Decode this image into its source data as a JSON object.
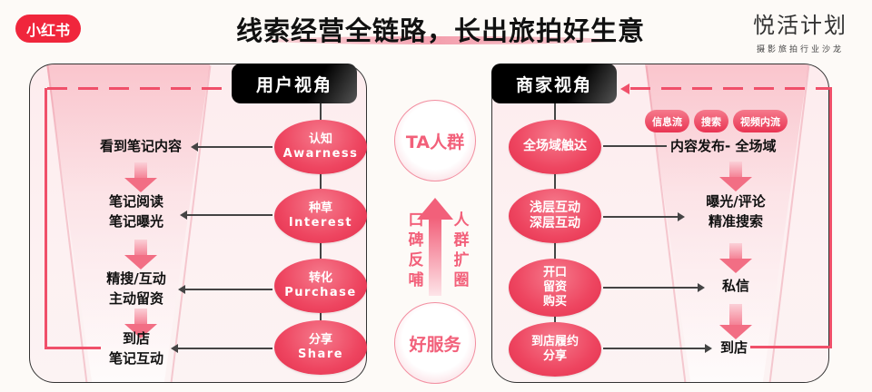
{
  "header": {
    "logo": "小红书",
    "title": "线索经营全链路，长出旅拍好生意",
    "brand_name": "悦活计划",
    "brand_subtitle": "摄影旅拍行业沙龙"
  },
  "colors": {
    "brand_red": "#f0263c",
    "accent_pink": "#ee4560",
    "loop_line": "#f0506a",
    "circle_text": "#f2607a",
    "header_box": "#000000"
  },
  "user_view": {
    "header": "用户视角",
    "stages": [
      {
        "cn": "认知",
        "en": "Awarness",
        "text_lines": [
          "看到笔记内容"
        ]
      },
      {
        "cn": "种草",
        "en": "Interest",
        "text_lines": [
          "笔记阅读",
          "笔记曝光"
        ]
      },
      {
        "cn": "转化",
        "en": "Purchase",
        "text_lines": [
          "精搜/互动",
          "主动留资"
        ]
      },
      {
        "cn": "分享",
        "en": "Share",
        "text_lines": [
          "到店",
          "笔记互动"
        ]
      }
    ]
  },
  "center": {
    "top_circle": "TA人群",
    "bottom_circle": "好服务",
    "left_vertical": [
      "口",
      "碑",
      "反",
      "哺"
    ],
    "right_vertical": [
      "人",
      "群",
      "扩",
      "圈"
    ]
  },
  "merchant_view": {
    "header": "商家视角",
    "channels": [
      "信息流",
      "搜索",
      "视频内流"
    ],
    "stages": [
      {
        "label_lines": [
          "全场域触达"
        ],
        "text_lines": [
          "内容发布- 全场域"
        ]
      },
      {
        "label_lines": [
          "浅层互动",
          "深层互动"
        ],
        "text_lines": [
          "曝光/评论",
          "精准搜索"
        ]
      },
      {
        "label_lines": [
          "开口",
          "留资",
          "购买"
        ],
        "text_lines": [
          "私信"
        ]
      },
      {
        "label_lines": [
          "到店履约",
          "分享"
        ],
        "text_lines": [
          "到店"
        ]
      }
    ]
  }
}
